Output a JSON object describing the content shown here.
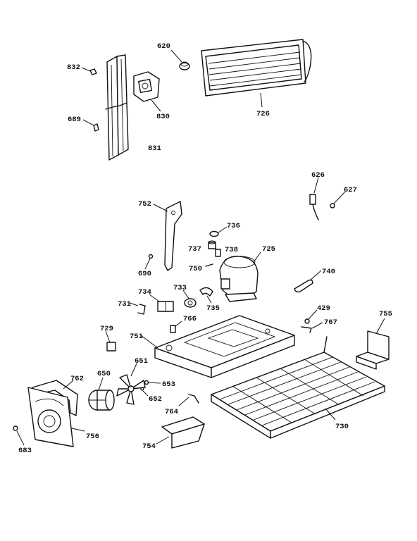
{
  "diagram": {
    "callouts": {
      "p832": "832",
      "p620": "620",
      "p726": "726",
      "p830": "830",
      "p689": "689",
      "p831": "831",
      "p626": "626",
      "p627": "627",
      "p752": "752",
      "p736": "736",
      "p737": "737",
      "p738": "738",
      "p725": "725",
      "p750": "750",
      "p690": "690",
      "p740": "740",
      "p733": "733",
      "p734": "734",
      "p735": "735",
      "p731": "731",
      "p429": "429",
      "p755": "755",
      "p766": "766",
      "p767": "767",
      "p729": "729",
      "p751": "751",
      "p651": "651",
      "p762": "762",
      "p650": "650",
      "p653": "653",
      "p652": "652",
      "p764": "764",
      "p730": "730",
      "p756": "756",
      "p683": "683",
      "p754": "754"
    }
  }
}
